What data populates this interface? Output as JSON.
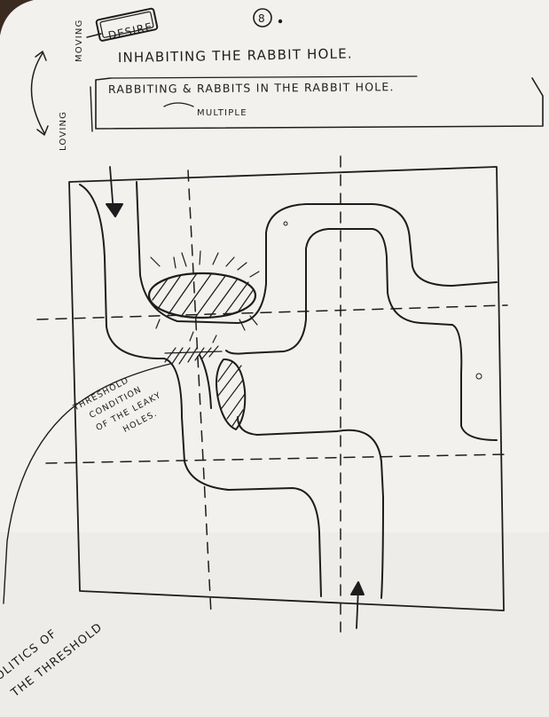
{
  "page": {
    "number": "8",
    "paper_color": "#f3f1ee",
    "ink_color": "#1d1d1d",
    "background_color": "#3a2a20"
  },
  "header": {
    "boxed_word": "DESIRE",
    "title": "INHABITING THE RABBIT HOLE.",
    "side_moving": "MOVING",
    "side_loving": "LOVING",
    "subtitle": "RABBITING & RABBITS IN THE RABBIT HOLE.",
    "subtitle_note": "MULTIPLE"
  },
  "annotations": {
    "threshold_line1": "THRESHOLD",
    "threshold_line2": "CONDITION",
    "threshold_line3": "OF THE LEAKY",
    "threshold_line4": "HOLES.",
    "politics_line1": "POLITICS OF",
    "politics_line2": "THE THRESHOLD"
  }
}
